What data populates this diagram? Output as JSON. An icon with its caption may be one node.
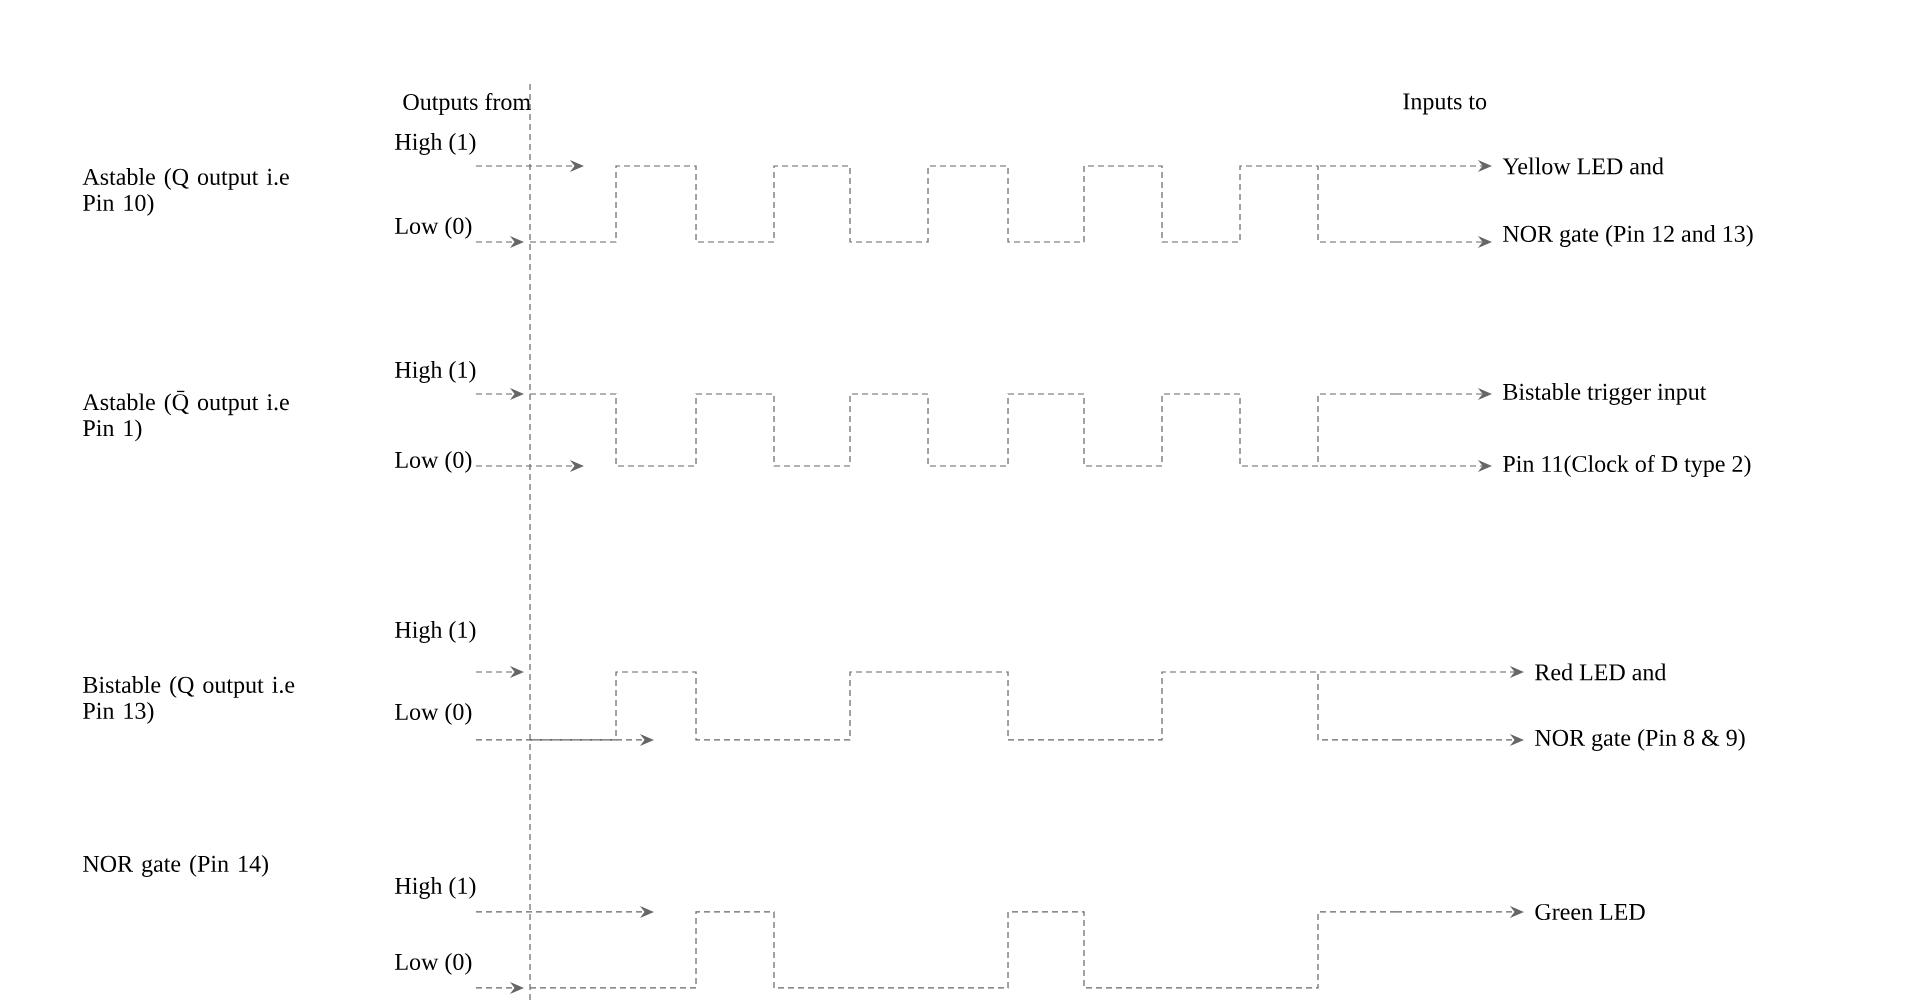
{
  "diagram": {
    "labels": [
      "Outputs from",
      "Inputs to",
      "Astable (Q output i.e Pin 10)",
      "High (1)",
      "Low (0)",
      "Yellow LED and",
      "NOR gate (Pin 12 and 13)",
      "Astable (Q̄ output i.e Pin 1)",
      "High (1)",
      "Low (0)",
      "Bistable trigger input",
      "Pin 11(Clock of D type 2)",
      "Bistable (Q output i.e Pin 13)",
      "High (1)",
      "Low (0)",
      "Red LED and",
      "NOR gate (Pin 8 & 9)",
      "NOR gate (Pin 14)",
      "High (1)",
      "Low (0)",
      "Green LED"
    ]
  }
}
